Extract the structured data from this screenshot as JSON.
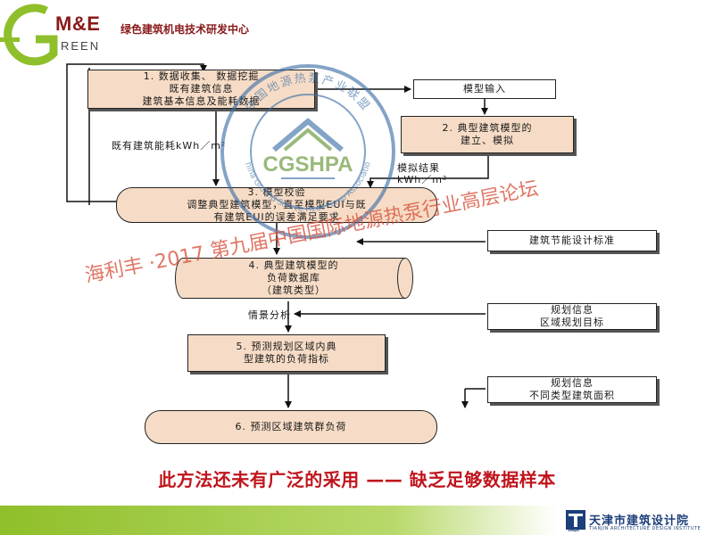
{
  "header": {
    "logo_me": "M&E",
    "logo_reen": "REEN",
    "title": "绿色建筑机电技术研发中心"
  },
  "diagram": {
    "box1": "1. 数据收集、 数据挖掘\n既有建筑信息\n建筑基本信息及能耗数据",
    "box_model_input": "模型输入",
    "box2": "2. 典型建筑模型的\n建立、模拟",
    "label_sim_result": "模拟结果\nkWh／m²",
    "label_existing_energy": "既有建筑能耗kWh／m²",
    "box3": "3.   模型校验\n调整典型建筑模型，直至模型EUI与既\n有建筑EUI的误差满足要求",
    "box_standard": "建筑节能设计标准",
    "box4": "4. 典型建筑模型的\n负荷数据库\n（建筑类型）",
    "label_scenario": "情景分析",
    "box_planning_1": "规划信息\n区域规划目标",
    "box5": "5. 预测规划区域内典\n型建筑的负荷指标",
    "box_planning_2": "规划信息\n不同类型建筑面积",
    "box6": "6. 预测区域建筑群负荷"
  },
  "stamp": {
    "center_text": "CGSHPA",
    "ring_text_top": "中国地源热泵产业联盟",
    "ring_text_bottom": "China Ground Source Heat Pump Association"
  },
  "watermark_text": "海利丰 ·2017 第九届中国国际地源热泵行业高层论坛",
  "caption": "此方法还未有广泛的采用 —— 缺乏足够数据样本",
  "footer": {
    "org_name": "天津市建筑设计院",
    "org_name_en": "TIANJIN ARCHITECTURE DESIGN INSTITUTE",
    "org_abbr": "TADI"
  },
  "colors": {
    "brand_red": "#8a1a1a",
    "box_fill": "#f6dcc6",
    "caption_red": "#c0141c",
    "watermark": "#d9543f",
    "stamp_blue": "#3a6ea5",
    "stamp_green": "#5b8f2b",
    "footer_green": "#8fbf2a",
    "footer_blue": "#1d3f7a"
  }
}
